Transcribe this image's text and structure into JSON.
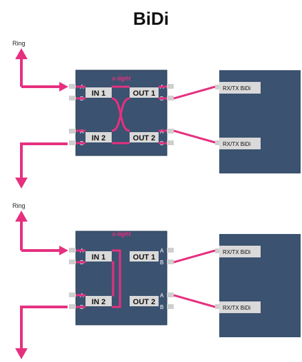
{
  "title": "BiDi",
  "colors": {
    "panel": "#3b5270",
    "panel_edge": "#2b3f58",
    "fiber": "#e6307f",
    "port_box": "#d9d9d9",
    "logo": "#e6307f"
  },
  "top_diagram": {
    "ring_label": "Ring",
    "logo": "x-light",
    "in1": "IN 1",
    "in2": "IN 2",
    "out1": "OUT 1",
    "out2": "OUT 2",
    "port_a": "A",
    "port_b": "B",
    "device1": "RX/TX BiDi",
    "device2": "RX/TX BiDi"
  },
  "bottom_diagram": {
    "ring_label": "Ring",
    "logo": "x-light",
    "in1": "IN 1",
    "in2": "IN 2",
    "out1": "OUT 1",
    "out2": "OUT 2",
    "port_a": "A",
    "port_b": "B",
    "device1": "RX/TX BiDi",
    "device2": "RX/TX BiDi"
  }
}
